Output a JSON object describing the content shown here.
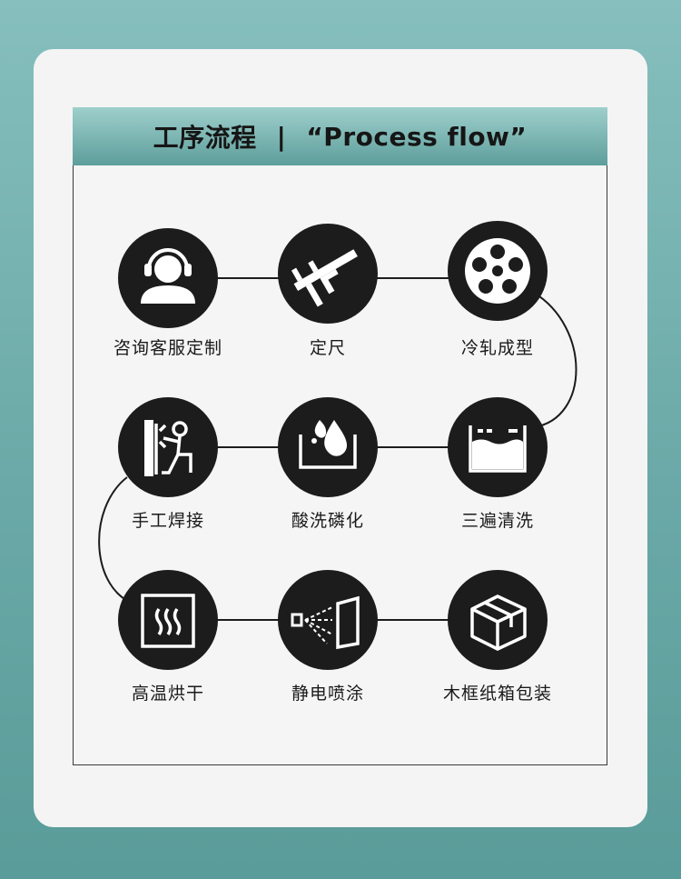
{
  "header": {
    "title_cn": "工序流程",
    "separator": "|",
    "title_en": "“Process flow”"
  },
  "steps": [
    {
      "label": "咨询客服定制",
      "icon": "headset-person-icon"
    },
    {
      "label": "定尺",
      "icon": "caliper-icon"
    },
    {
      "label": "冷轧成型",
      "icon": "film-reel-icon"
    },
    {
      "label": "手工焊接",
      "icon": "welder-icon"
    },
    {
      "label": "酸洗磷化",
      "icon": "water-drops-tank-icon"
    },
    {
      "label": "三遍清洗",
      "icon": "water-tank-icon"
    },
    {
      "label": "高温烘干",
      "icon": "heat-waves-icon"
    },
    {
      "label": "静电喷涂",
      "icon": "spray-gun-icon"
    },
    {
      "label": "木框纸箱包装",
      "icon": "box-package-icon"
    }
  ],
  "colors": {
    "node": "#1c1c1c",
    "icon": "#ffffff",
    "connector": "#1c1c1c",
    "header_top": "#9ecfcc",
    "header_bottom": "#5d9e9b"
  }
}
